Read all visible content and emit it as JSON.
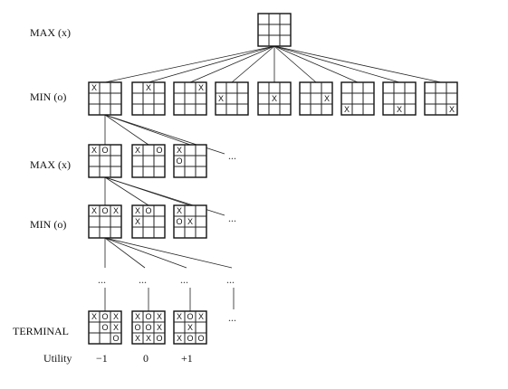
{
  "labels": {
    "max1": "MAX (x)",
    "min1": "MIN (o)",
    "max2": "MAX (x)",
    "min2": "MIN (o)",
    "terminal": "TERMINAL",
    "utility": "Utility"
  },
  "marks": {
    "x": "X",
    "o": "O"
  },
  "ellipsis": "...",
  "boards": {
    "root": "         ",
    "level1": [
      "X        ",
      " X       ",
      "  X      ",
      "   X     ",
      "    X    ",
      "     X   ",
      "      X  ",
      "       X ",
      "        X"
    ],
    "level2": [
      "XO       ",
      "X O      ",
      "X  O     "
    ],
    "level3": [
      "XOX      ",
      "XO X     ",
      "X  OX    "
    ],
    "terminal": [
      "XOX OX  O",
      "XOXOOXXXO",
      "XOX X XOO"
    ]
  },
  "utilities": [
    "−1",
    "0",
    "+1"
  ]
}
